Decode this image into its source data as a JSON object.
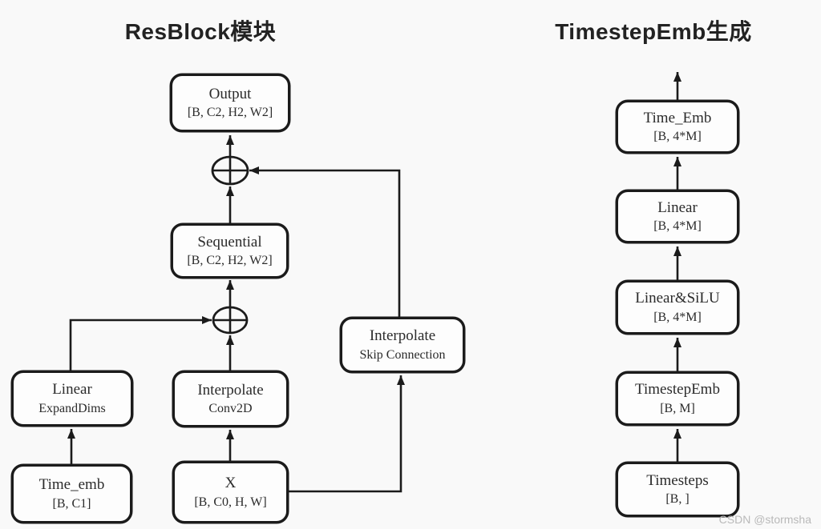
{
  "left": {
    "title": "ResBlock模块",
    "boxes": {
      "output": {
        "line1": "Output",
        "line2": "[B, C2, H2, W2]"
      },
      "sequential": {
        "line1": "Sequential",
        "line2": "[B, C2, H2, W2]"
      },
      "skip": {
        "line1": "Interpolate",
        "line2": "Skip Connection"
      },
      "linear": {
        "line1": "Linear",
        "line2": "ExpandDims"
      },
      "interp_conv": {
        "line1": "Interpolate",
        "line2": "Conv2D"
      },
      "time_emb": {
        "line1": "Time_emb",
        "line2": "[B, C1]"
      },
      "x": {
        "line1": "X",
        "line2": "[B, C0, H, W]"
      }
    }
  },
  "right": {
    "title": "TimestepEmb生成",
    "boxes": {
      "time_emb": {
        "line1": "Time_Emb",
        "line2": "[B, 4*M]"
      },
      "linear": {
        "line1": "Linear",
        "line2": "[B, 4*M]"
      },
      "linear_silu": {
        "line1": "Linear&SiLU",
        "line2": "[B, 4*M]"
      },
      "timestep_emb": {
        "line1": "TimestepEmb",
        "line2": "[B, M]"
      },
      "timesteps": {
        "line1": "Timesteps",
        "line2": "[B, ]"
      }
    }
  },
  "watermark": "CSDN @stormsha",
  "colors": {
    "background": "#f9f9f9",
    "box_fill": "#fdfdfd",
    "line": "#1b1b1b",
    "text": "#2b2b2b",
    "watermark": "#b9b9b9"
  }
}
